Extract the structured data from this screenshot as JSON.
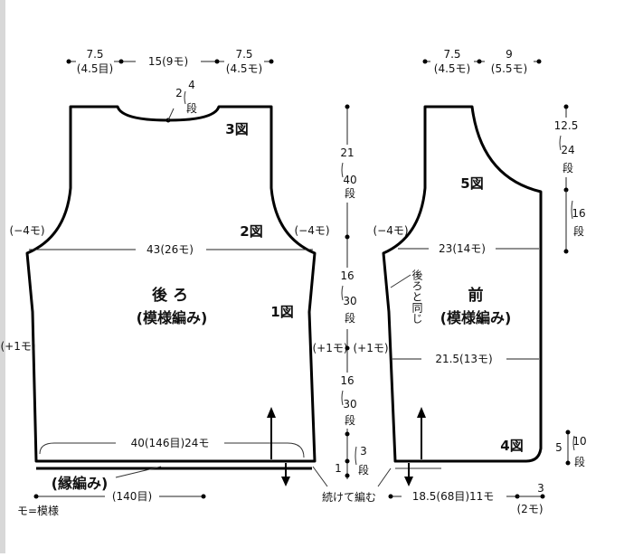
{
  "back": {
    "top_left": "7.5",
    "top_left_sub": "(4.5目)",
    "top_center": "15(9モ)",
    "top_right": "7.5",
    "top_right_sub": "(4.5モ)",
    "neck_2": "2",
    "neck_4": "4",
    "neck_dan": "段",
    "fig3": "3図",
    "fig2": "2図",
    "fig1": "1図",
    "dec_left": "(−4モ)",
    "dec_right": "(−4モ)",
    "inc_left": "(+1モ)",
    "inc_right": "(+1モ)",
    "width_upper": "43(26モ)",
    "title": "後 ろ",
    "subtitle": "(模様編み)",
    "width_bottom": "40(146目)24モ",
    "edging": "(縁編み)",
    "stitches": "(140目)",
    "legend": "モ=模様"
  },
  "center": {
    "h21": "21",
    "h21_rows": [
      "40",
      "段"
    ],
    "h16a": "16",
    "h16a_rows": [
      "30",
      "段"
    ],
    "h16b": "16",
    "h16b_rows": [
      "30",
      "段"
    ],
    "h1": "1",
    "h3_rows": [
      "3",
      "段"
    ],
    "continue": "続けて編む"
  },
  "front": {
    "top_left": "7.5",
    "top_left_sub": "(4.5モ)",
    "top_right": "9",
    "top_right_sub": "(5.5モ)",
    "fig5": "5図",
    "fig4": "4図",
    "dec_left": "(−4モ)",
    "inc_left": "(+1モ)",
    "width_upper": "23(14モ)",
    "same_as_back": "後ろと同じ",
    "title": "前",
    "subtitle": "(模様編み)",
    "width_lower": "21.5(13モ)",
    "bottom": "18.5(68目)11モ",
    "bottom_3": "3",
    "bottom_2": "(2モ)"
  },
  "right": {
    "h125": "12.5",
    "h125_rows": [
      "24",
      "段"
    ],
    "h16_rows": [
      "16",
      "段"
    ],
    "h5": "5",
    "h5_rows": [
      "10",
      "段"
    ]
  }
}
